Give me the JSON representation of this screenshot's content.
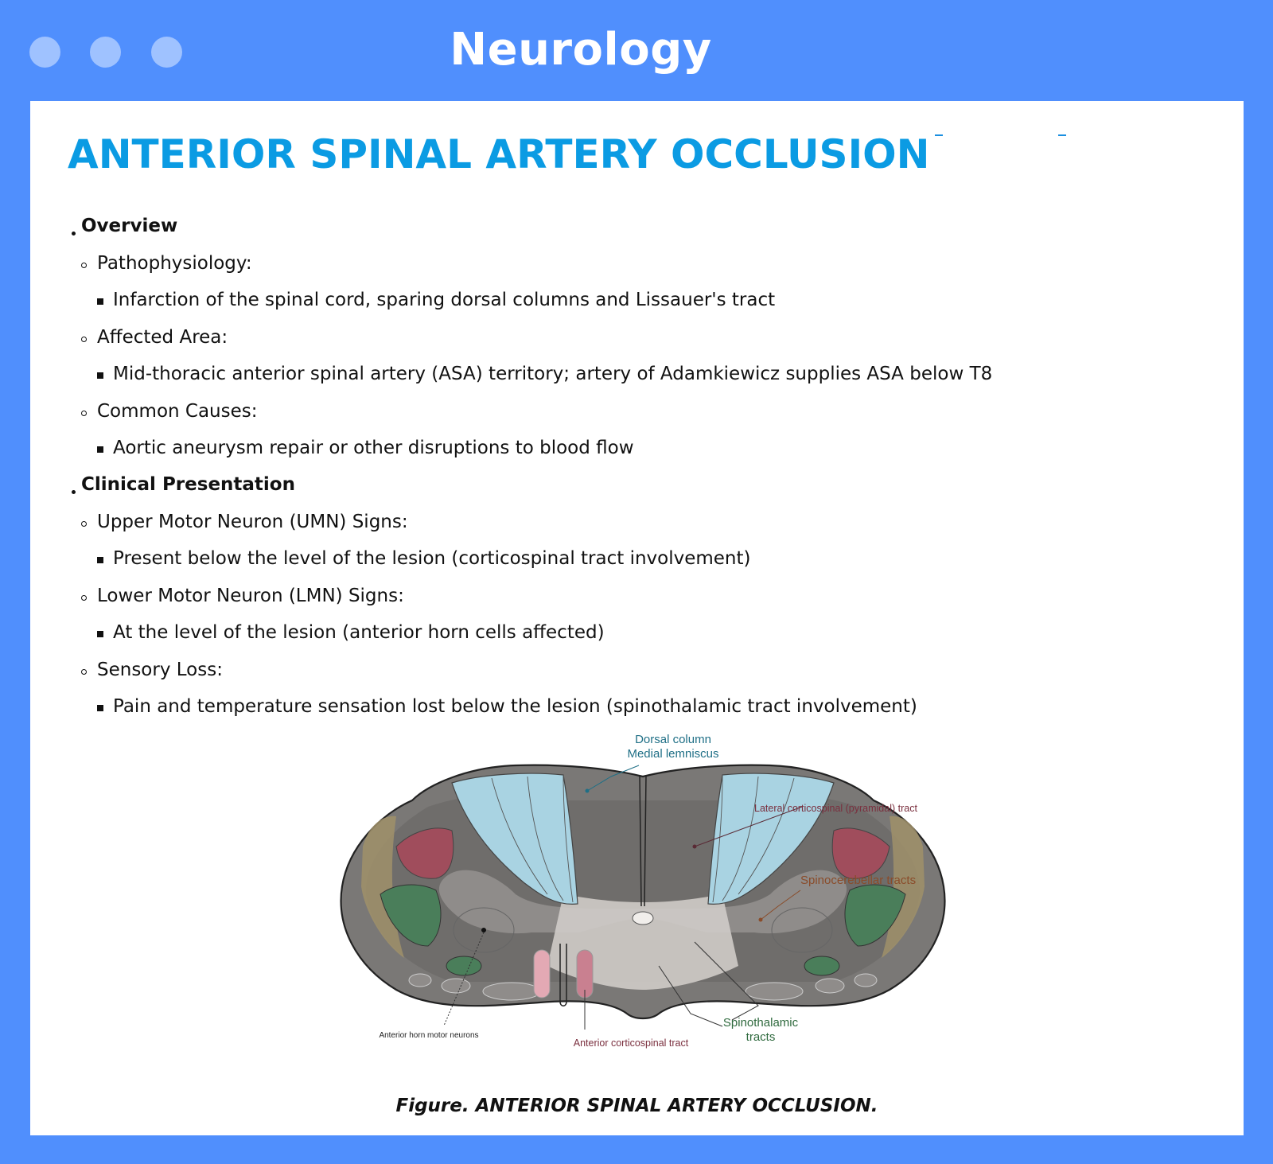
{
  "window": {
    "title": "Neurology",
    "controls": [
      "close",
      "minimize",
      "maximize"
    ]
  },
  "document": {
    "title": "ANTERIOR SPINAL ARTERY OCCLUSION",
    "sections": [
      {
        "heading": "Overview",
        "items": [
          {
            "label": "Pathophysiology:",
            "detail": "Infarction of the spinal cord, sparing dorsal columns and Lissauer's tract"
          },
          {
            "label": "Affected Area:",
            "detail": "Mid-thoracic anterior spinal artery (ASA) territory; artery of Adamkiewicz supplies ASA below T8"
          },
          {
            "label": "Common Causes:",
            "detail": "Aortic aneurysm repair or other disruptions to blood flow"
          }
        ]
      },
      {
        "heading": "Clinical Presentation",
        "items": [
          {
            "label": "Upper Motor Neuron (UMN) Signs:",
            "detail": "Present below the level of the lesion (corticospinal tract involvement)"
          },
          {
            "label": "Lower Motor Neuron (LMN) Signs:",
            "detail": "At the level of the lesion (anterior horn cells affected)"
          },
          {
            "label": "Sensory Loss:",
            "detail": "Pain and temperature sensation lost below the lesion (spinothalamic tract involvement)"
          }
        ]
      }
    ],
    "figure": {
      "labels": {
        "dorsal_1": "Dorsal column",
        "dorsal_2": "Medial lemniscus",
        "lateral_cst": "Lateral corticospinal (pyramidal) tract",
        "spinocerebellar": "Spinocerebellar tracts",
        "spinothalamic_1": "Spinothalamic",
        "spinothalamic_2": "tracts",
        "anterior_cst": "Anterior corticospinal tract",
        "anterior_horn": "Anterior horn motor neurons"
      },
      "caption": "Figure. ANTERIOR SPINAL ARTERY OCCLUSION."
    }
  },
  "colors": {
    "frame": "#508ffd",
    "title_accent": "#0b9be3",
    "dorsal_column": "#a9d3e2",
    "corticospinal": "#a04d5c",
    "spinothalamic": "#4a7e5a",
    "spinocerebellar": "#a0906a",
    "anterior_cst": "#e3a9b4"
  }
}
